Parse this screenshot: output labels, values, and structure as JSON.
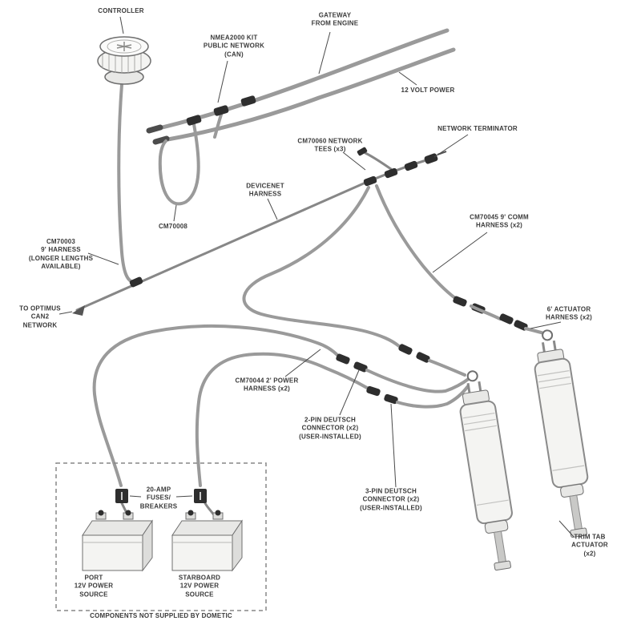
{
  "title": "Trim tab actuator network wiring diagram",
  "colors": {
    "cable_gray": "#9a9a9a",
    "cable_dark": "#878787",
    "connector_black": "#2e2e2e",
    "outline": "#6f6f6f",
    "leader": "#4a4a4a",
    "text": "#3a3a3a"
  },
  "labels": {
    "controller": "CONTROLLER",
    "nmea_kit": "NMEA2000 KIT\nPUBLIC NETWORK\n(CAN)",
    "gateway": "GATEWAY\nFROM ENGINE",
    "volt_power": "12 VOLT POWER",
    "network_tees": "CM70060 NETWORK\nTEES (x3)",
    "network_terminator": "NETWORK TERMINATOR",
    "devicenet": "DEVICENET\nHARNESS",
    "loop_harness": "CM70008",
    "long_harness": "CM70003\n9' HARNESS\n(LONGER LENGTHS\nAVAILABLE)",
    "to_optimus": "TO OPTIMUS\nCAN2\nNETWORK",
    "comm_harness": "CM70045 9' COMM\nHARNESS (x2)",
    "actuator_harness": "6' ACTUATOR\nHARNESS (x2)",
    "power_harness": "CM70044 2' POWER\nHARNESS (x2)",
    "deutsch_2pin": "2-PIN DEUTSCH\nCONNECTOR (x2)\n(USER-INSTALLED)",
    "deutsch_3pin": "3-PIN DEUTSCH\nCONNECTOR (x2)\n(USER-INSTALLED)",
    "trim_tab_actuator": "TRIM TAB\nACTUATOR\n(x2)",
    "fuses": "20-AMP\nFUSES/\nBREAKERS",
    "port_power": "PORT\n12V POWER\nSOURCE",
    "starboard_power": "STARBOARD\n12V POWER\nSOURCE",
    "not_supplied": "COMPONENTS NOT SUPPLIED BY DOMETIC"
  }
}
